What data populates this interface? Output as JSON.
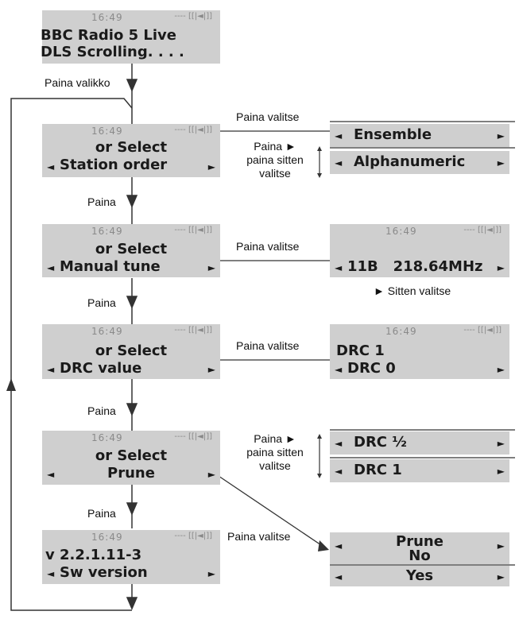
{
  "status": {
    "time": "16:49",
    "signal": "---- [[|◄|]]"
  },
  "arrows": {
    "left": "◄",
    "right": "►"
  },
  "screen_now_playing": {
    "line1": "BBC Radio 5 Live",
    "line2": "DLS Scrolling. . . ."
  },
  "screen_station_order": {
    "line1": "or Select",
    "line2": "Station order"
  },
  "screen_manual_tune": {
    "line1": "or Select",
    "line2": "Manual tune"
  },
  "screen_drc_value": {
    "line1": "or Select",
    "line2": "DRC value"
  },
  "screen_prune": {
    "line1": "or Select",
    "line2": "Prune"
  },
  "screen_sw_version": {
    "line1": "v 2.2.1.11-3",
    "line2": "Sw version"
  },
  "option_ensemble": "Ensemble",
  "option_alphanumeric": "Alphanumeric",
  "option_manual_freq": "11B   218.64MHz",
  "option_drc_line1": "DRC 1",
  "option_drc_line2": "DRC 0",
  "option_drc_half": "DRC ½",
  "option_drc_1": "DRC 1",
  "option_prune_line1": "Prune",
  "option_prune_line2": "No",
  "option_prune_yes": "Yes",
  "labels": {
    "paina_valikko": "Paina valikko",
    "paina": "Paina",
    "paina_valitse": "Paina valitse",
    "paina_arrow": "Paina ►",
    "paina_sitten": "paina sitten",
    "valitse": "valitse",
    "sitten_valitse": "► Sitten valitse"
  }
}
